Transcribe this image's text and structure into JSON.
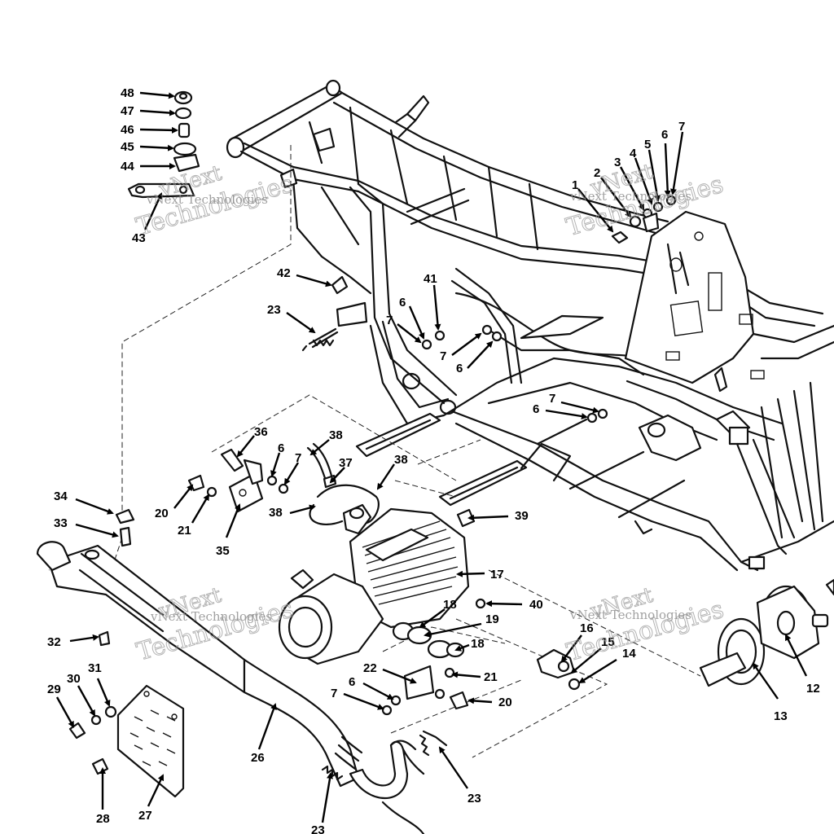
{
  "watermark": {
    "line1": "vNext",
    "line2": "Technologies",
    "small": "vNext Technologies"
  },
  "callouts": [
    {
      "id": "48",
      "label": "48"
    },
    {
      "id": "47",
      "label": "47"
    },
    {
      "id": "46",
      "label": "46"
    },
    {
      "id": "45",
      "label": "45"
    },
    {
      "id": "44",
      "label": "44"
    },
    {
      "id": "43",
      "label": "43"
    },
    {
      "id": "42",
      "label": "42"
    },
    {
      "id": "23a",
      "label": "23"
    },
    {
      "id": "41",
      "label": "41"
    },
    {
      "id": "6a",
      "label": "6"
    },
    {
      "id": "7a",
      "label": "7"
    },
    {
      "id": "7b",
      "label": "7"
    },
    {
      "id": "6b",
      "label": "6"
    },
    {
      "id": "1",
      "label": "1"
    },
    {
      "id": "2",
      "label": "2"
    },
    {
      "id": "3",
      "label": "3"
    },
    {
      "id": "4",
      "label": "4"
    },
    {
      "id": "5",
      "label": "5"
    },
    {
      "id": "6c",
      "label": "6"
    },
    {
      "id": "7c",
      "label": "7"
    },
    {
      "id": "7d",
      "label": "7"
    },
    {
      "id": "6d",
      "label": "6"
    },
    {
      "id": "36",
      "label": "36"
    },
    {
      "id": "6e",
      "label": "6"
    },
    {
      "id": "7e",
      "label": "7"
    },
    {
      "id": "38a",
      "label": "38"
    },
    {
      "id": "37",
      "label": "37"
    },
    {
      "id": "38b",
      "label": "38"
    },
    {
      "id": "38c",
      "label": "38"
    },
    {
      "id": "20a",
      "label": "20"
    },
    {
      "id": "21a",
      "label": "21"
    },
    {
      "id": "35",
      "label": "35"
    },
    {
      "id": "34",
      "label": "34"
    },
    {
      "id": "33",
      "label": "33"
    },
    {
      "id": "39",
      "label": "39"
    },
    {
      "id": "17",
      "label": "17"
    },
    {
      "id": "40",
      "label": "40"
    },
    {
      "id": "18a",
      "label": "18"
    },
    {
      "id": "19",
      "label": "19"
    },
    {
      "id": "18b",
      "label": "18"
    },
    {
      "id": "32",
      "label": "32"
    },
    {
      "id": "22",
      "label": "22"
    },
    {
      "id": "21b",
      "label": "21"
    },
    {
      "id": "6f",
      "label": "6"
    },
    {
      "id": "7f",
      "label": "7"
    },
    {
      "id": "20b",
      "label": "20"
    },
    {
      "id": "16",
      "label": "16"
    },
    {
      "id": "15",
      "label": "15"
    },
    {
      "id": "14",
      "label": "14"
    },
    {
      "id": "12",
      "label": "12"
    },
    {
      "id": "13",
      "label": "13"
    },
    {
      "id": "31",
      "label": "31"
    },
    {
      "id": "30",
      "label": "30"
    },
    {
      "id": "29",
      "label": "29"
    },
    {
      "id": "26",
      "label": "26"
    },
    {
      "id": "23b",
      "label": "23"
    },
    {
      "id": "28",
      "label": "28"
    },
    {
      "id": "27",
      "label": "27"
    },
    {
      "id": "23c",
      "label": "23"
    }
  ]
}
